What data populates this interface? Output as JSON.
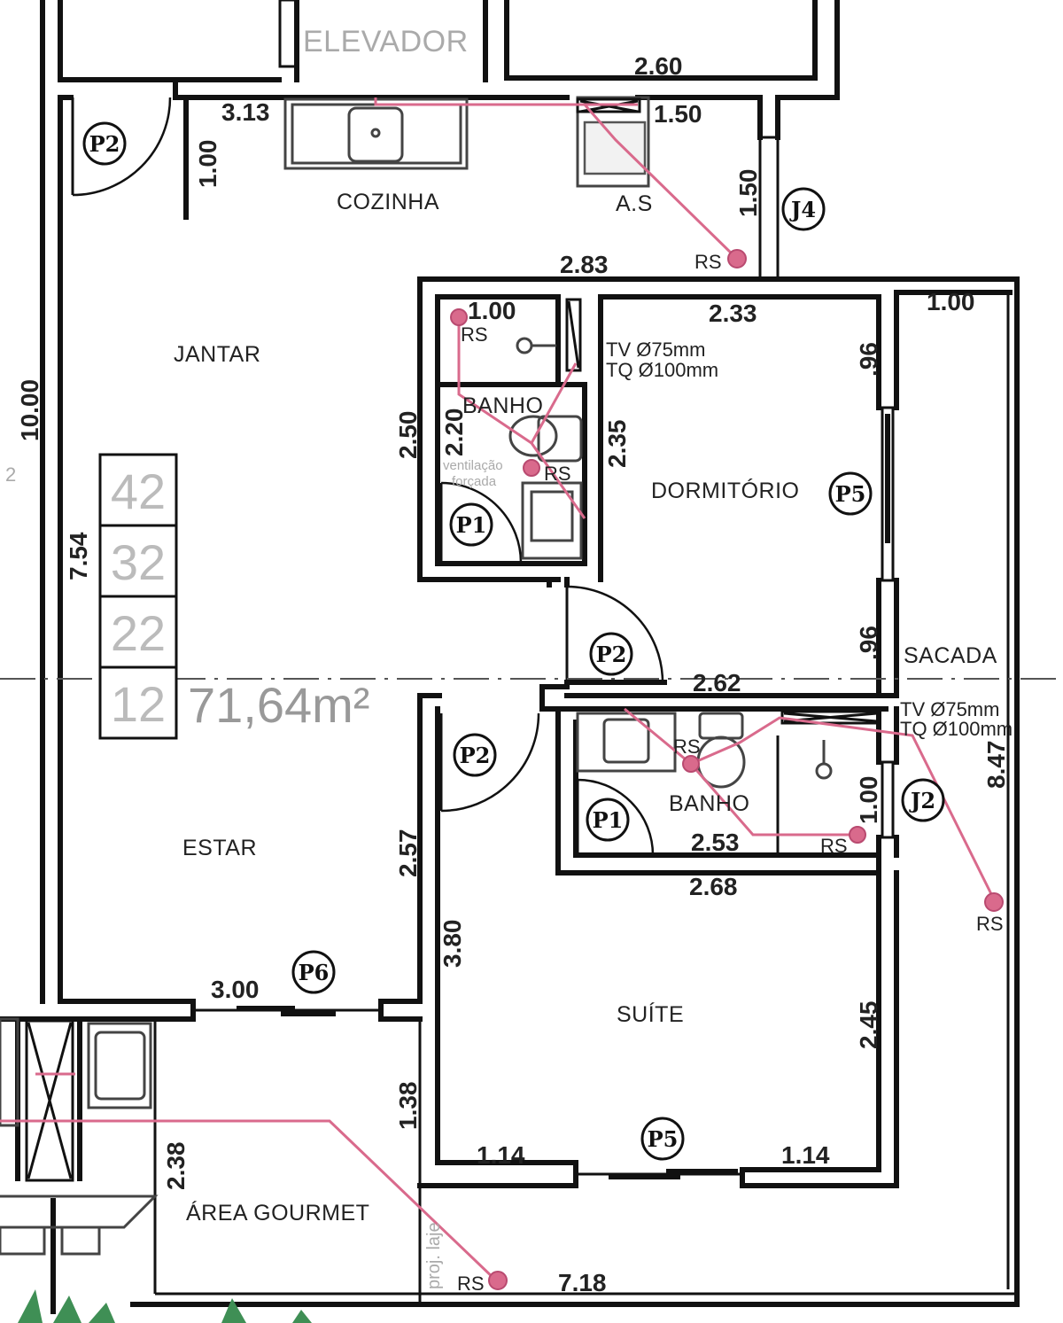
{
  "colors": {
    "wall": "#111111",
    "hydraulic_line": "#d96a8c",
    "floor_numbers": "#bbbbbb",
    "area_text": "#999999"
  },
  "rooms": {
    "elevador": "ELEVADOR",
    "cozinha": "COZINHA",
    "as": "A.S",
    "jantar": "JANTAR",
    "banho_social": "BANHO",
    "dormitorio": "DORMITÓRIO",
    "sacada": "SACADA",
    "banho_suite": "BANHO",
    "estar": "ESTAR",
    "suite": "SUÍTE",
    "area_gourmet": "ÁREA GOURMET"
  },
  "dimensions": {
    "d_2_60": "2.60",
    "d_3_13": "3.13",
    "d_1_50_top": "1.50",
    "d_1_00_kitchen": "1.00",
    "d_1_50_side": "1.50",
    "d_2_83": "2.83",
    "d_1_00_bath": "1.00",
    "d_2_33": "2.33",
    "d_1_00_sacada": "1.00",
    "d_96_top": ".96",
    "d_2_50": "2.50",
    "d_2_20": "2.20",
    "d_2_35": "2.35",
    "d_10_00": "10.00",
    "d_7_54": "7.54",
    "d_96_bottom": ".96",
    "d_2_62": "2.62",
    "d_8_47": "8.47",
    "d_1_00_suite": "1.00",
    "d_2_53": "2.53",
    "d_2_68": "2.68",
    "d_2_57": "2.57",
    "d_3_80": "3.80",
    "d_3_00": "3.00",
    "d_2_45": "2.45",
    "d_1_38": "1.38",
    "d_2_38": "2.38",
    "d_1_14_left": "1.14",
    "d_1_14_right": "1.14",
    "d_7_18": "7.18"
  },
  "door_tags": {
    "p2_entry": "P2",
    "j4": "J4",
    "p1_bath": "P1",
    "p5_dorm": "P5",
    "p2_dorm": "P2",
    "p2_suite": "P2",
    "p1_suite_bath": "P1",
    "j2": "J2",
    "p6": "P6",
    "p5_suite": "P5"
  },
  "annotations": {
    "rs": "RS",
    "tv_top": "TV Ø75mm",
    "tq_top": "TQ Ø100mm",
    "tv_bottom": "TV Ø75mm",
    "tq_bottom": "TQ Ø100mm",
    "ventilacao_1": "ventilação",
    "ventilacao_2": "forçada",
    "proj_laje": "proj. laje",
    "side_mark": "2"
  },
  "floors": [
    "42",
    "32",
    "22",
    "12"
  ],
  "area": "71,64m²"
}
